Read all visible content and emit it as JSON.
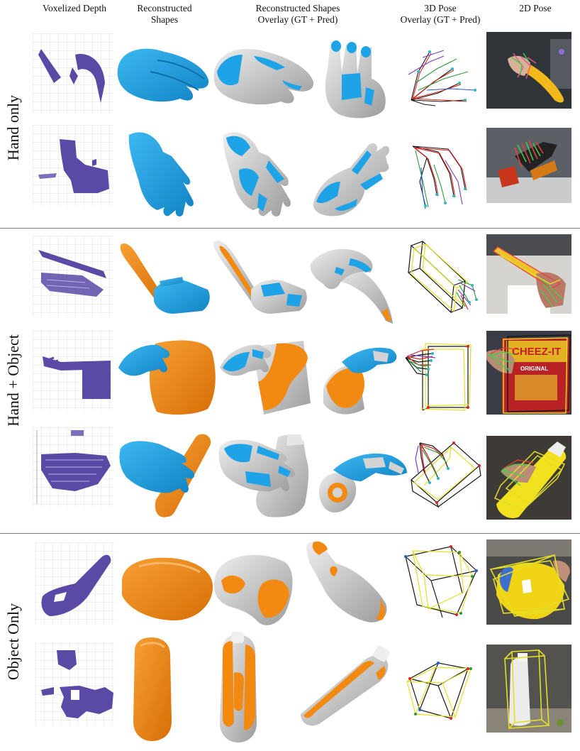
{
  "columns": {
    "voxel": "Voxelized Depth",
    "recon": "Reconstructed\nShapes",
    "overlay": "Reconstructed Shapes\nOverlay (GT + Pred)",
    "pose3d": "3D Pose\nOverlay (GT + Pred)",
    "pose2d": "2D Pose"
  },
  "sections": {
    "hand": "Hand only",
    "hand_object": "Hand + Object",
    "object": "Object Only"
  },
  "photo_text": {
    "cheezit_brand": "CHEEZ-IT",
    "cheezit_variety": "ORIGINAL"
  },
  "colors": {
    "hand": "#1ea3e6",
    "object": "#f28a12",
    "gt_shape": "#d3d3d3",
    "voxel": "#5a4aa6",
    "gt_box": "#151515",
    "pred_box": "#e4de27"
  },
  "rows": [
    {
      "section": "hand"
    },
    {
      "section": "hand"
    },
    {
      "section": "hand_object"
    },
    {
      "section": "hand_object"
    },
    {
      "section": "hand_object"
    },
    {
      "section": "object"
    },
    {
      "section": "object"
    }
  ]
}
